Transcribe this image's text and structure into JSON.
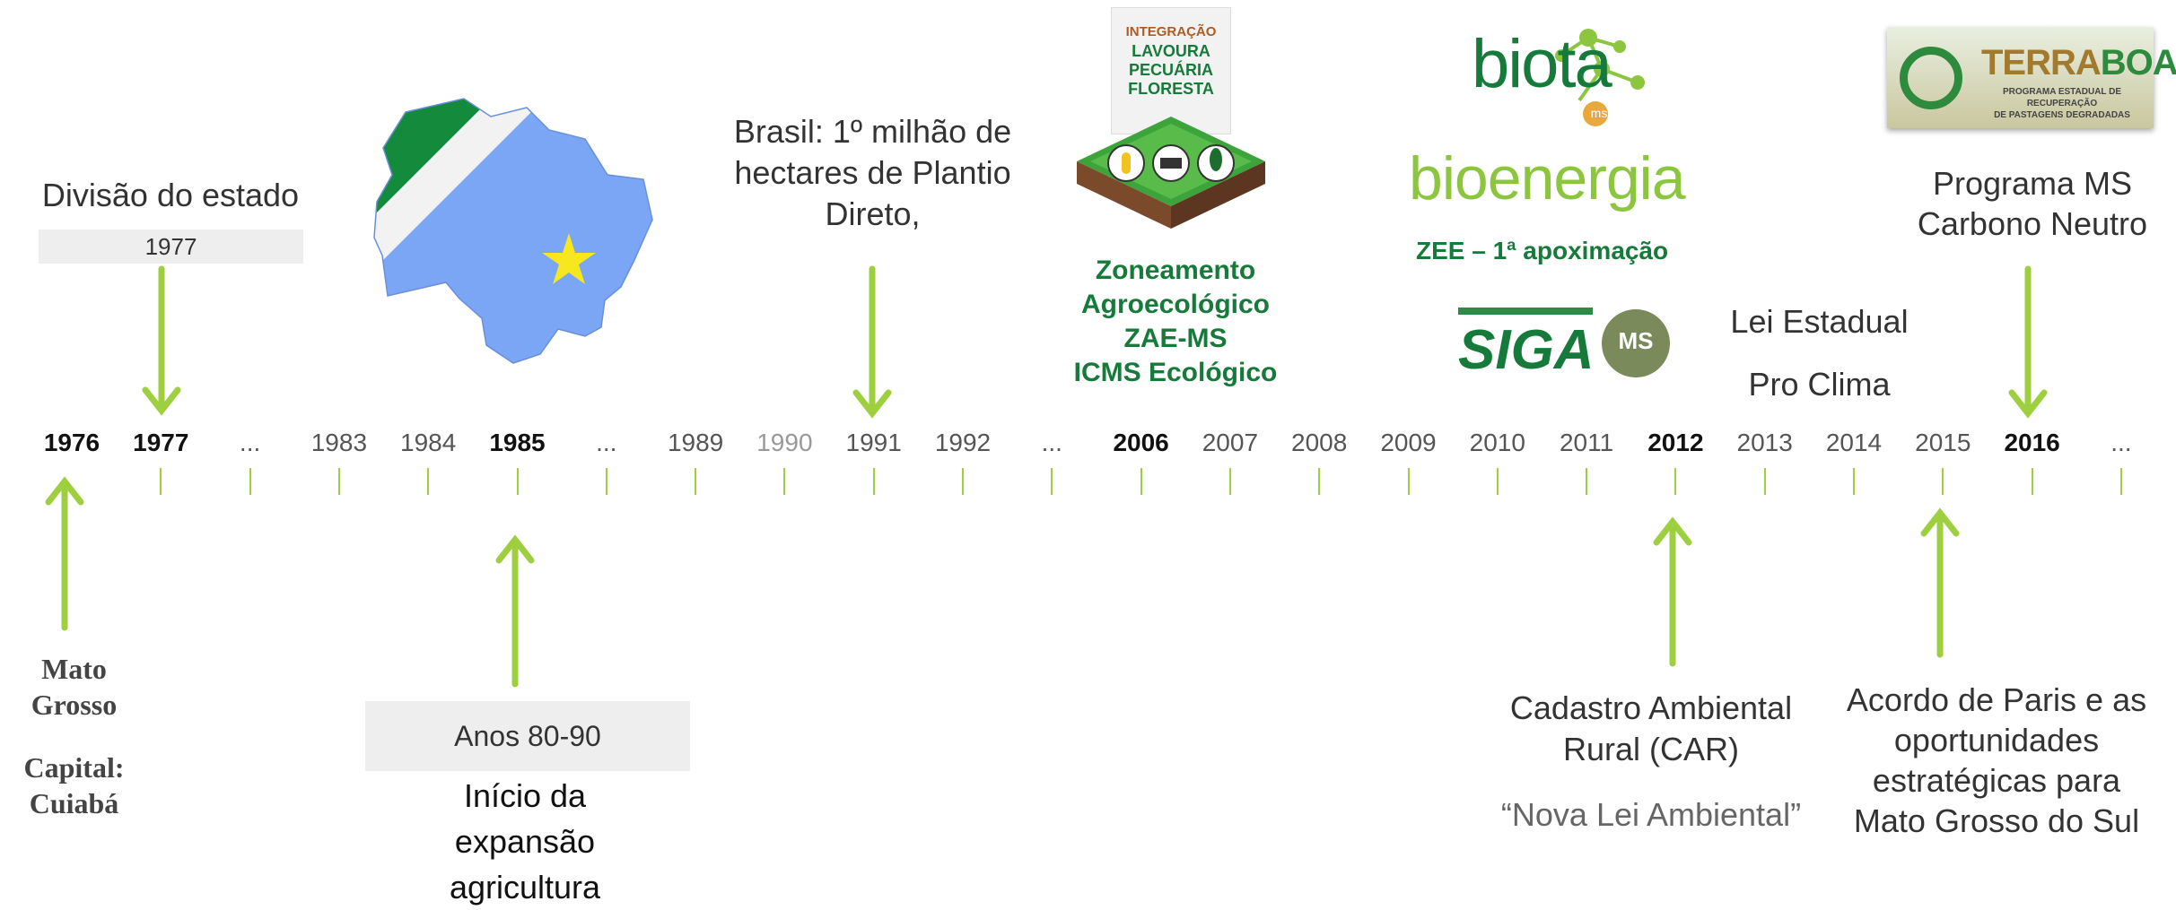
{
  "timeline": {
    "years": [
      "1976",
      "1977",
      "...",
      "1983",
      "1984",
      "1985",
      "...",
      "1989",
      "1990",
      "1991",
      "1992",
      "...",
      "2006",
      "2007",
      "2008",
      "2009",
      "2010",
      "2011",
      "2012",
      "2013",
      "2014",
      "2015",
      "2016",
      "..."
    ],
    "bold_years": [
      "1976",
      "1977",
      "1985",
      "2006",
      "2012",
      "2016"
    ],
    "faint_years": [
      "1990"
    ],
    "accent_color": "#9dcf3f"
  },
  "events": {
    "division": {
      "title": "Divisão do estado",
      "year_box": "1977"
    },
    "mato_grosso": {
      "line1": "Mato",
      "line2": "Grosso",
      "capital_label": "Capital:",
      "capital_name": "Cuiabá"
    },
    "expansion": {
      "box": "Anos 80-90",
      "line1": "Início da",
      "line2": "expansão",
      "line3": "agricultura"
    },
    "plantio": {
      "line1": "Brasil: 1º milhão de",
      "line2": "hectares de Plantio",
      "line3": "Direto,"
    },
    "ilpf": {
      "line1": "INTEGRAÇÃO",
      "line2": "LAVOURA",
      "line3": "PECUÁRIA",
      "line4": "FLORESTA"
    },
    "zae": {
      "line1": "Zoneamento",
      "line2": "Agroecológico",
      "line3": "ZAE-MS",
      "line4": "ICMS Ecológico"
    },
    "biota": {
      "logo": "biota",
      "tag": "ms"
    },
    "bioenergia": {
      "logo": "bioenergia",
      "zee": "ZEE – 1ª apoximação"
    },
    "siga": {
      "logo": "SIGA",
      "tag": "MS"
    },
    "lei": {
      "line1": "Lei Estadual",
      "line2": "Pro Clima"
    },
    "car": {
      "line1": "Cadastro Ambiental",
      "line2": "Rural (CAR)",
      "quote": "“Nova Lei Ambiental”"
    },
    "terraboa": {
      "logo_a": "TERRA",
      "logo_b": "BOA",
      "sub1": "PROGRAMA ESTADUAL DE RECUPERAÇÃO",
      "sub2": "DE PASTAGENS DEGRADADAS"
    },
    "carbono": {
      "line1": "Programa MS",
      "line2": "Carbono Neutro"
    },
    "paris": {
      "line1": "Acordo de Paris e as",
      "line2": "oportunidades",
      "line3": "estratégicas para",
      "line4": "Mato Grosso do Sul"
    }
  }
}
